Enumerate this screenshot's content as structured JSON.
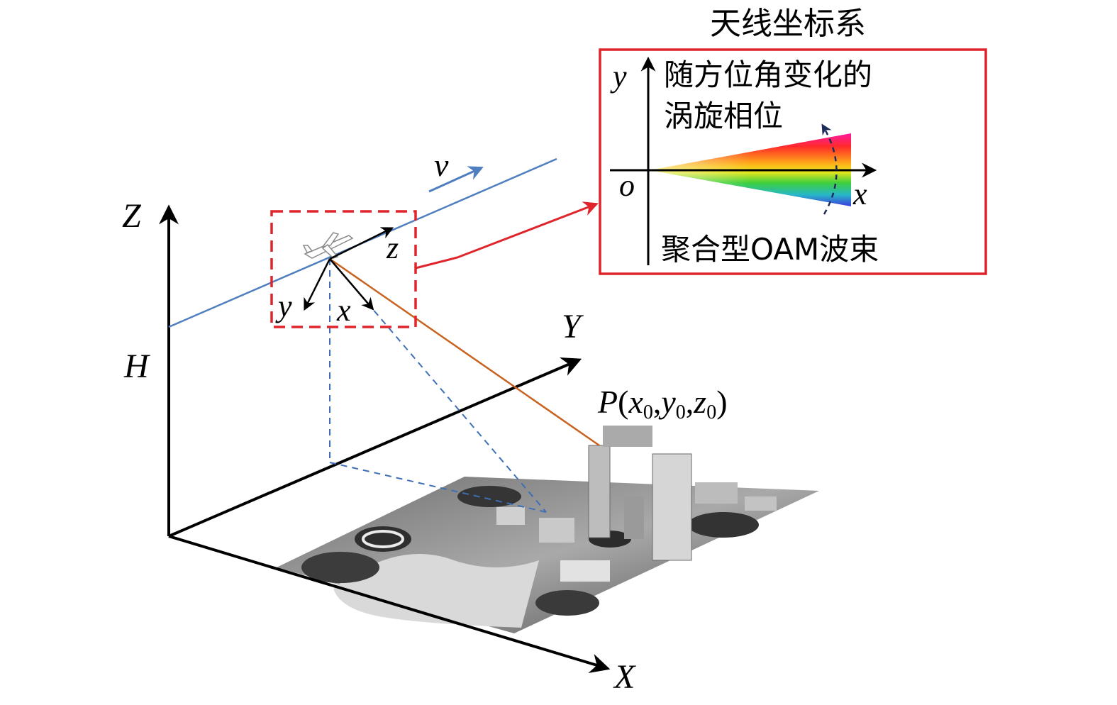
{
  "inset": {
    "title": "天线坐标系",
    "phase_label_line1": "随方位角变化的",
    "phase_label_line2": "涡旋相位",
    "beam_label": "聚合型OAM波束",
    "axis_y": "y",
    "axis_x": "x",
    "origin": "o"
  },
  "main": {
    "axis_Z": "Z",
    "axis_Y": "Y",
    "axis_X": "X",
    "height": "H",
    "velocity": "v",
    "body_z": "z",
    "body_y": "y",
    "body_x": "x",
    "target_P": "P",
    "target_x": "x",
    "target_y": "y",
    "target_z": "z",
    "subscript": "0"
  },
  "colors": {
    "flight_path": "#4f7fbf",
    "highlight_box": "#e0242b",
    "slant_range": "#c8621e",
    "projection": "#3f6fb5",
    "axes": "#000000"
  }
}
